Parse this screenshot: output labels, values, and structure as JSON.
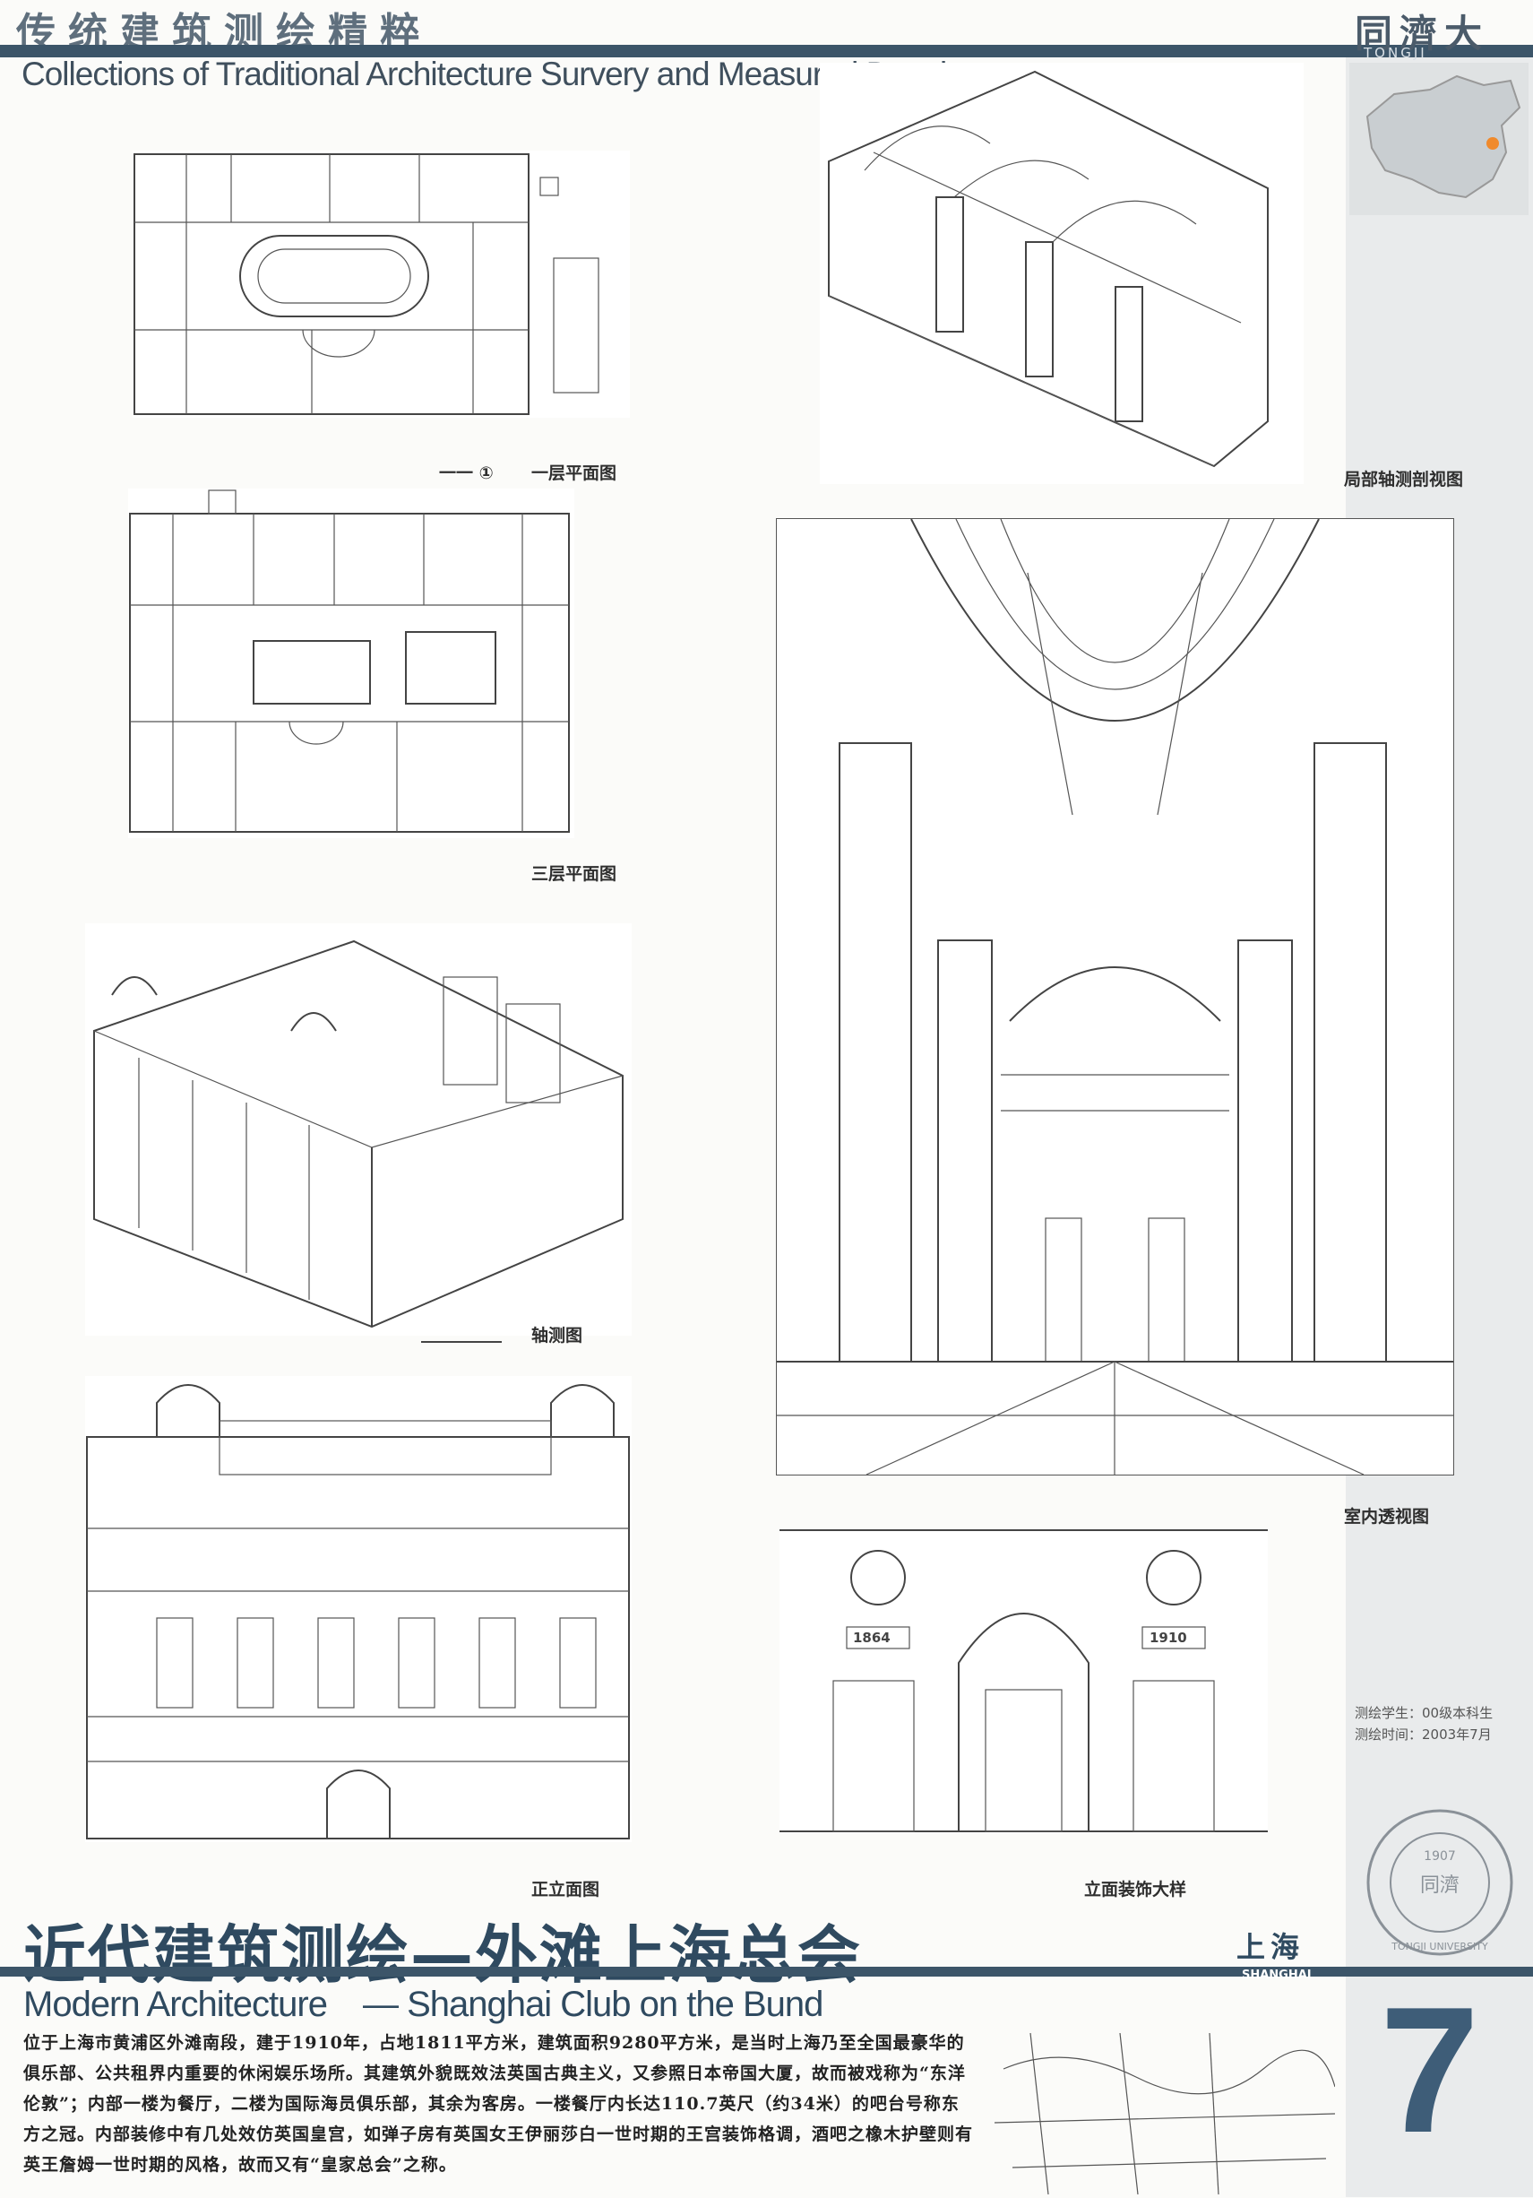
{
  "header": {
    "series_title_cn": "传统建筑测绘精粹",
    "series_title_en": "Collections of Traditional Architecture Survery and Measured Drawings",
    "university_logo_cn": "同濟大學",
    "university_logo_en": "TONGJI UNIVERSITY"
  },
  "drawings": {
    "first_floor_plan": "一层平面图",
    "first_floor_plan_mark": "一一 ① ",
    "third_floor_plan": "三层平面图",
    "axonometric": "轴测图",
    "partial_axonometric_section": "局部轴测剖视图",
    "interior_perspective": "室内透视图",
    "front_elevation": "正立面图",
    "elevation_detail": "立面装饰大样",
    "year_left": "1864",
    "year_right": "1910"
  },
  "meta": {
    "surveyors": "测绘学生：00级本科生",
    "survey_date": "测绘时间：2003年7月"
  },
  "seal": {
    "year": "1907",
    "text": "TONGJI UNIVERSITY"
  },
  "title": {
    "cn": "近代建筑测绘—外滩上海总会",
    "en_left": "Modern Architecture",
    "en_right": "— Shanghai Club on the Bund",
    "city_cn": "上海",
    "city_en": "SHANGHAI",
    "page_number": "7"
  },
  "description": "位于上海市黄浦区外滩南段，建于1910年，占地1811平方米，建筑面积9280平方米，是当时上海乃至全国最豪华的俱乐部、公共租界内重要的休闲娱乐场所。其建筑外貌既效法英国古典主义，又参照日本帝国大厦，故而被戏称为“东洋伦敦”；内部一楼为餐厅，二楼为国际海员俱乐部，其余为客房。一楼餐厅内长达110.7英尺（约34米）的吧台号称东方之冠。内部装修中有几处效仿英国皇宫，如弹子房有英国女王伊丽莎白一世时期的王宫装饰格调，酒吧之橡木护壁则有英王詹姆一世时期的风格，故而又有“皇家总会”之称。"
}
